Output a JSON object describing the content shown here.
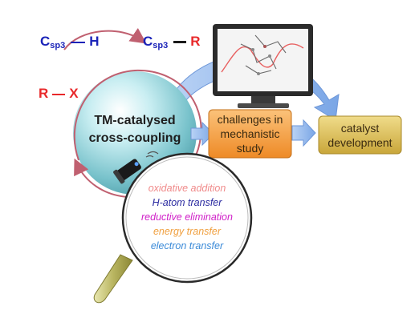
{
  "chemistry": {
    "reactant_csp3h": {
      "c": "C",
      "sub": "sp3",
      "atom": "H"
    },
    "product_csp3r": {
      "c": "C",
      "sub": "sp3",
      "atom": "R"
    },
    "halide": {
      "r": "R",
      "x": "X"
    }
  },
  "central_label": {
    "line1": "TM-catalysed",
    "line2": "cross-coupling"
  },
  "boxes": {
    "challenges": {
      "line1": "challenges in",
      "line2": "mechanistic",
      "line3": "study"
    },
    "catalyst": {
      "line1": "catalyst",
      "line2": "development"
    }
  },
  "mechanisms": [
    {
      "text": "oxidative addition",
      "color": "#f08a8a"
    },
    {
      "text": "H-atom transfer",
      "color": "#2a2aa0"
    },
    {
      "text": "reductive elimination",
      "color": "#d020c8"
    },
    {
      "text": "energy transfer",
      "color": "#f0a040"
    },
    {
      "text": "electron transfer",
      "color": "#3a8ad8"
    }
  ],
  "colors": {
    "blue_text": "#1a23b8",
    "red_text": "#e8282a",
    "cycle_arrow": "#c06070",
    "sphere": "#7fc7cf",
    "challenge_box": "#f39a3c",
    "catalyst_box": "#d7b852",
    "flow_arrow": "#8fb4ea"
  }
}
